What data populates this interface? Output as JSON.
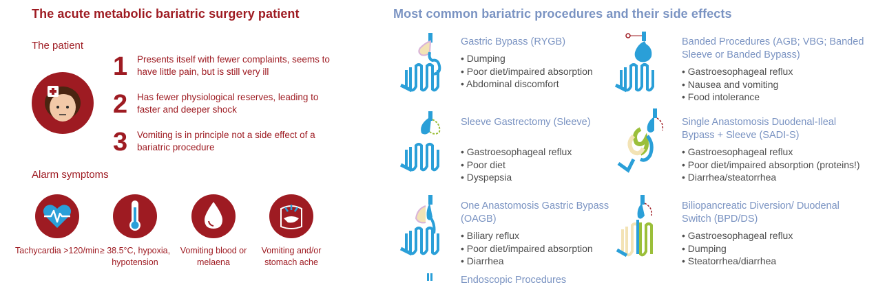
{
  "left": {
    "title": "The acute metabolic bariatric surgery patient",
    "patient_heading": "The patient",
    "points": [
      {
        "num": "1",
        "text": "Presents itself with fewer complaints, seems to have little pain, but is still very ill"
      },
      {
        "num": "2",
        "text": "Has fewer physiological reserves, leading to faster and deeper shock"
      },
      {
        "num": "3",
        "text": "Vomiting is in principle not a side effect of a bariatric procedure"
      }
    ],
    "alarm_heading": "Alarm symptoms",
    "alarms": [
      {
        "label": "Tachycardia >120/min",
        "icon": "heart-pulse-icon"
      },
      {
        "label": "≥ 38.5°C, hypoxia, hypotension",
        "icon": "thermometer-icon"
      },
      {
        "label": "Vomiting blood or melaena",
        "icon": "blood-drop-icon"
      },
      {
        "label": "Vomiting and/or stomach ache",
        "icon": "stomach-ache-icon"
      }
    ]
  },
  "right": {
    "title": "Most common bariatric procedures and their side effects",
    "procedures": [
      {
        "title": "Gastric Bypass (RYGB)",
        "effects": [
          "Dumping",
          "Poor diet/impaired absorption",
          "Abdominal discomfort"
        ]
      },
      {
        "title": "Banded Procedures (AGB; VBG; Banded Sleeve or Banded Bypass)",
        "effects": [
          "Gastroesophageal reflux",
          "Nausea and vomiting",
          "Food intolerance"
        ]
      },
      {
        "title": "Sleeve Gastrectomy (Sleeve)",
        "effects": [
          "Gastroesophageal reflux",
          "Poor diet",
          "Dyspepsia"
        ]
      },
      {
        "title": "Single Anastomosis Duodenal-Ileal Bypass + Sleeve (SADI-S)",
        "effects": [
          "Gastroesophageal reflux",
          "Poor diet/impaired absorption (proteins!)",
          "Diarrhea/steatorrhea"
        ]
      },
      {
        "title": "One Anastomosis Gastric Bypass (OAGB)",
        "effects": [
          "Biliary reflux",
          "Poor diet/impaired absorption",
          "Diarrhea"
        ]
      },
      {
        "title": "Biliopancreatic Diversion/ Duodenal Switch (BPD/DS)",
        "effects": [
          "Gastroesophageal reflux",
          "Dumping",
          "Steatorrhea/diarrhea"
        ]
      },
      {
        "title": "Endoscopic Procedures",
        "effects": []
      }
    ]
  }
}
